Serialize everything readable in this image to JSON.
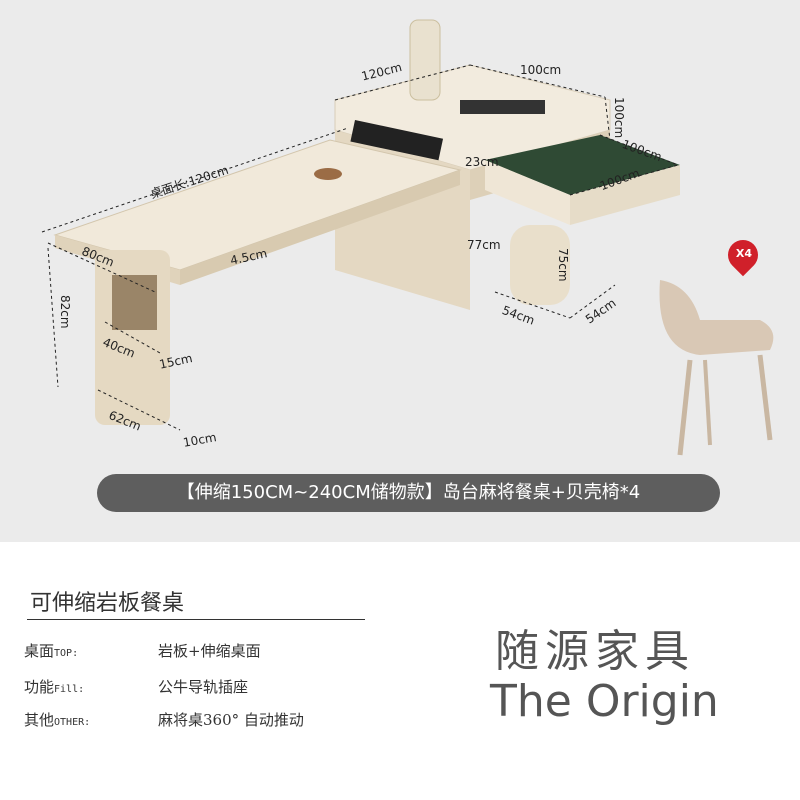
{
  "dimensions": {
    "top_width": "120cm",
    "top_depth": "100cm",
    "side_height": "100cm",
    "mahjong_width": "100cm",
    "mahjong_depth": "100cm",
    "ext_gap": "23cm",
    "table_length": "桌面长:120cm",
    "table_depth": "80cm",
    "thickness": "4.5cm",
    "height": "82cm",
    "cabinet_height": "77cm",
    "mahjong_height": "75cm",
    "shelf_width": "40cm",
    "shelf_depth": "15cm",
    "leg_width": "62cm",
    "leg_depth": "10cm",
    "base_a": "54cm",
    "base_b": "54cm"
  },
  "chair_badge": "X4",
  "banner": "【伸缩150CM~240CM储物款】岛台麻将餐桌+贝壳椅*4",
  "product": {
    "title": "可伸缩岩板餐桌",
    "specs": [
      {
        "label": "桌面",
        "label_en": "TOP:",
        "value": "岩板+伸缩桌面"
      },
      {
        "label": "功能",
        "label_en": "Fill:",
        "value": "公牛导轨插座"
      },
      {
        "label": "其他",
        "label_en": "OTHER:",
        "value": "麻将桌360° 自动推动"
      }
    ]
  },
  "brand": {
    "cn": "随源家具",
    "en": "The Origin"
  },
  "colors": {
    "background": "#ebebeb",
    "banner": "#5e5e5e",
    "pin": "#d0202a",
    "furniture": "#ece3d3"
  }
}
